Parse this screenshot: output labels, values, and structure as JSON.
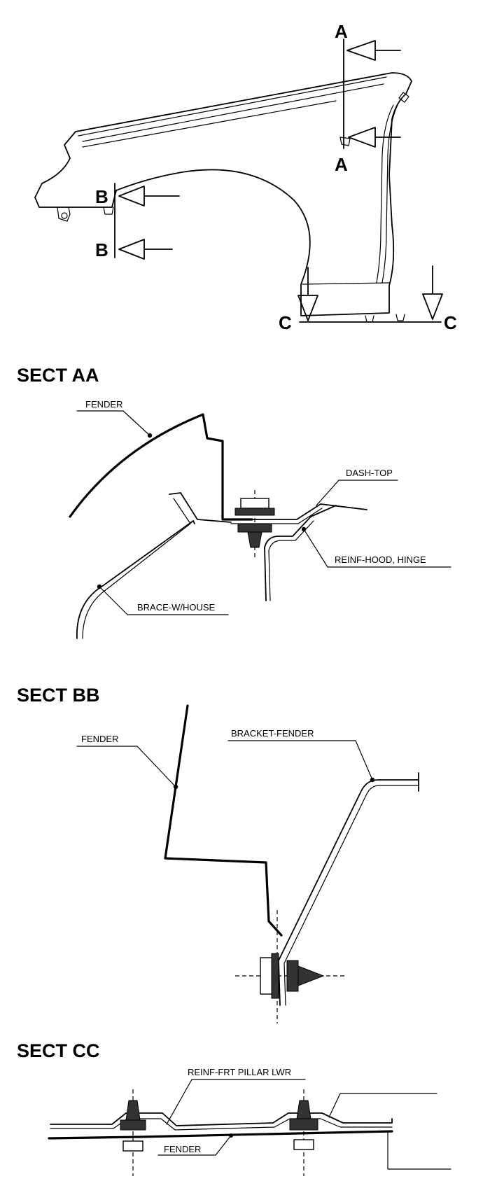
{
  "overview": {
    "cut_markers": {
      "a_top": "A",
      "a_bottom": "A",
      "b_top": "B",
      "b_bottom": "B",
      "c_left": "C",
      "c_right": "C"
    }
  },
  "sections": {
    "aa": {
      "title": "SECT AA",
      "labels": {
        "fender": "FENDER",
        "dash_top": "DASH-TOP",
        "reinf_hood_hinge": "REINF-HOOD, HINGE",
        "brace_w_house": "BRACE-W/HOUSE"
      }
    },
    "bb": {
      "title": "SECT BB",
      "labels": {
        "fender": "FENDER",
        "bracket_fender": "BRACKET-FENDER"
      }
    },
    "cc": {
      "title": "SECT CC",
      "labels": {
        "reinf_frt_pillar_lwr": "REINF-FRT PILLAR LWR",
        "fender": "FENDER"
      }
    }
  }
}
